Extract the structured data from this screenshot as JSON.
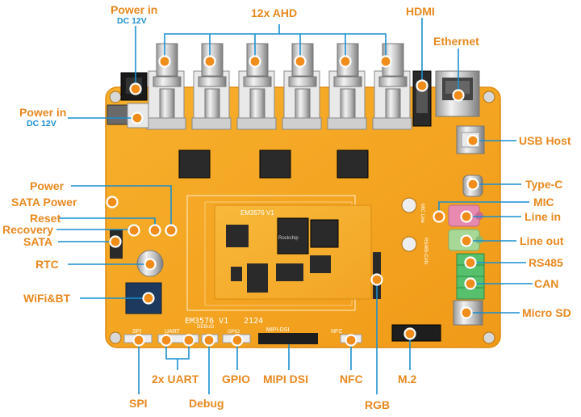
{
  "labels": {
    "power_in_top": "Power in",
    "power_in_top_sub": "DC 12V",
    "ahd": "12x AHD",
    "hdmi": "HDMI",
    "ethernet": "Ethernet",
    "power_in_left": "Power in",
    "power_in_left_sub": "DC 12V",
    "usb_host": "USB Host",
    "type_c": "Type-C",
    "power": "Power",
    "mic": "MIC",
    "sata_power": "SATA Power",
    "line_in": "Line in",
    "reset": "Reset",
    "recovery": "Recovery",
    "line_out": "Line out",
    "sata": "SATA",
    "rs485": "RS485",
    "rtc": "RTC",
    "can": "CAN",
    "wifi_bt": "WiFi&BT",
    "micro_sd": "Micro SD",
    "uart": "2x UART",
    "gpio": "GPIO",
    "mipi_dsi": "MIPI DSI",
    "nfc": "NFC",
    "m2": "M.2",
    "spi": "SPI",
    "debug": "Debug",
    "rgb": "RGB"
  },
  "silkscreen": {
    "model": "EM3576  V1",
    "code": "2124",
    "core": "EM3576 V1",
    "chip": "Rockchip",
    "spi": "SPI",
    "uart": "UART",
    "debug": "DEBUG",
    "gpio": "GPIO",
    "mipi": "MIPI-DSI",
    "nfc": "NFC",
    "rs485can": "RS485-CAN",
    "micline": "MIC Line"
  },
  "colors": {
    "label": "#e8891f",
    "sub_label": "#1e8fd0",
    "line": "#1a8fd0",
    "board": "#f5a623",
    "marker": "#f28c1a"
  }
}
